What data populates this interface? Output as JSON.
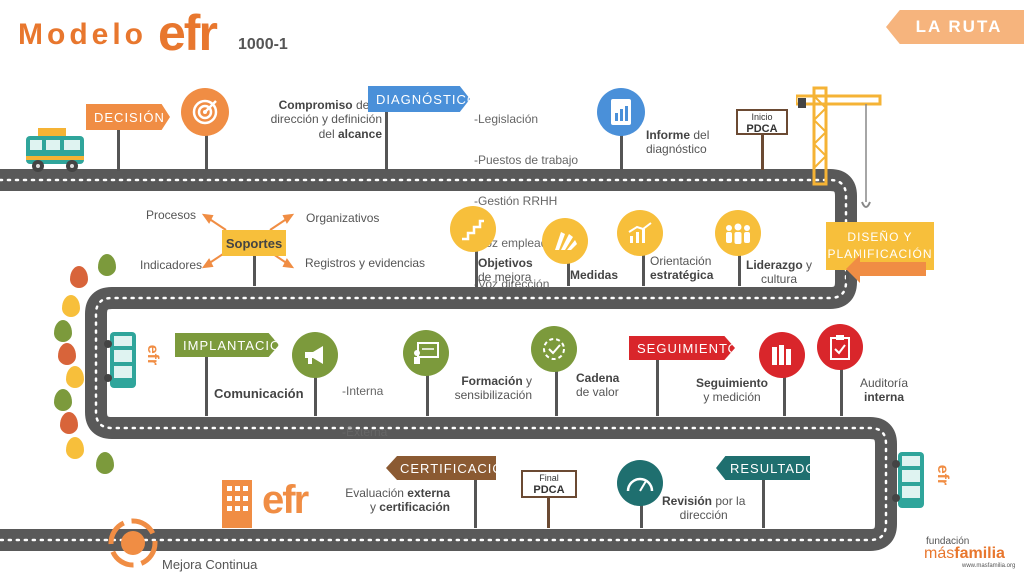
{
  "header": {
    "modelo": "Modelo",
    "efr": "efr",
    "version": "1000-1",
    "tag": "LA RUTA"
  },
  "stage1": {
    "decision": "DECISIÓN",
    "compromiso_b1": "Compromiso",
    "compromiso_t1": " de la",
    "compromiso_t2": "dirección y definición",
    "compromiso_t3": "del ",
    "compromiso_b2": "alcance",
    "diagnostico": "DIAGNÓSTICO",
    "diag_items": [
      "-Legislación",
      "-Puestos de trabajo",
      "-Gestión RRHH",
      "-Voz empleado",
      "-Voz dirección"
    ],
    "informe_b": "Informe",
    "informe_t1": " del",
    "informe_t2": "diagnóstico",
    "inicio_1": "Inicio",
    "inicio_2": "PDCA"
  },
  "stage2": {
    "diseno_1": "DISEÑO Y",
    "diseno_2": "PLANIFICACIÓN",
    "soportes": "Soportes",
    "procesos": "Procesos",
    "organizativos": "Organizativos",
    "indicadores": "Indicadores",
    "registros": "Registros y evidencias",
    "objetivos_b": "Objetivos",
    "objetivos_t": "de mejora",
    "medidas_b": "Medidas",
    "orientacion_t": "Orientación",
    "orientacion_b": "estratégica",
    "liderazgo_b": "Liderazgo",
    "liderazgo_t1": " y",
    "liderazgo_t2": "cultura"
  },
  "stage3": {
    "implantacion": "IMPLANTACIÓN",
    "efr_label": "efr",
    "com_items": [
      "-Interna",
      "-Externa"
    ],
    "comunicacion": "Comunicación",
    "formacion_b": "Formación",
    "formacion_t1": " y",
    "formacion_t2": "sensibilización",
    "cadena_b": "Cadena",
    "cadena_t": "de valor",
    "seguimiento": "SEGUIMIENTO",
    "seg_b": "Seguimiento",
    "seg_t": "y medición",
    "auditoria_t": "Auditoría",
    "auditoria_b": "interna"
  },
  "stage4": {
    "certificacion": "CERTIFICACIÓN",
    "eval_t1": "Evaluación ",
    "eval_b1": "externa",
    "eval_t2": "y ",
    "eval_b2": "certificación",
    "final_1": "Final",
    "final_2": "PDCA",
    "resultados": "RESULTADOS",
    "revision_b": "Revisión",
    "revision_t1": " por la",
    "revision_t2": "dirección",
    "efr_big": "efr",
    "efr_right": "efr",
    "mejora": "Mejora Continua"
  },
  "footer": {
    "fundacion": "fundación",
    "mas": "más",
    "familia": "familia",
    "url": "www.masfamilia.org"
  },
  "colors": {
    "orange": "#f08d44",
    "blue": "#4a90d9",
    "green": "#7c9a3c",
    "red": "#d9262b",
    "brown": "#8b5a32",
    "teal": "#1f6f6f",
    "yellow": "#f7bf3b",
    "road": "#595959"
  }
}
